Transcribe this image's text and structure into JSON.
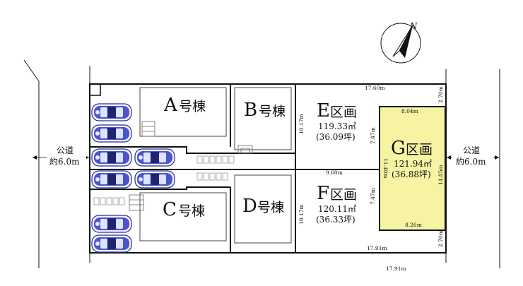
{
  "compass": {
    "label": "N"
  },
  "roads": {
    "left": {
      "line1": "公道",
      "line2": "約6.0m"
    },
    "right": {
      "line1": "公道",
      "line2": "約6.0m"
    }
  },
  "buildings": [
    {
      "id": "A",
      "letter": "A",
      "suffix": "号棟"
    },
    {
      "id": "B",
      "letter": "B",
      "suffix": "号棟"
    },
    {
      "id": "C",
      "letter": "C",
      "suffix": "号棟"
    },
    {
      "id": "D",
      "letter": "D",
      "suffix": "号棟"
    }
  ],
  "lots": [
    {
      "id": "E",
      "letter": "E",
      "suffix": "区画",
      "area": "119.33㎡",
      "tsubo": "(36.09坪)",
      "highlighted": false
    },
    {
      "id": "F",
      "letter": "F",
      "suffix": "区画",
      "area": "120.11㎡",
      "tsubo": "(36.33坪)",
      "highlighted": false
    },
    {
      "id": "G",
      "letter": "G",
      "suffix": "区画",
      "area": "121.94㎡",
      "tsubo": "(36.88坪)",
      "highlighted": true
    }
  ],
  "dimensions": {
    "top_width": "17.60m",
    "g_top": "8.04m",
    "g_bottom": "8.26m",
    "ef_divider": "9.60m",
    "e_right_v": "7.47m",
    "f_right_v": "7.47m",
    "g_left_v": "11.40m",
    "g_right_v": "14.85m",
    "g_top_gap": "2.70m",
    "g_bottom_gap": "2.70m",
    "e_left_v": "10.17m",
    "f_left_v": "10.17m",
    "bottom_inner": "17.91m",
    "bottom_outer": "17.91m"
  },
  "colors": {
    "highlight_fill": "#f6f4a3",
    "line": "#111111"
  }
}
